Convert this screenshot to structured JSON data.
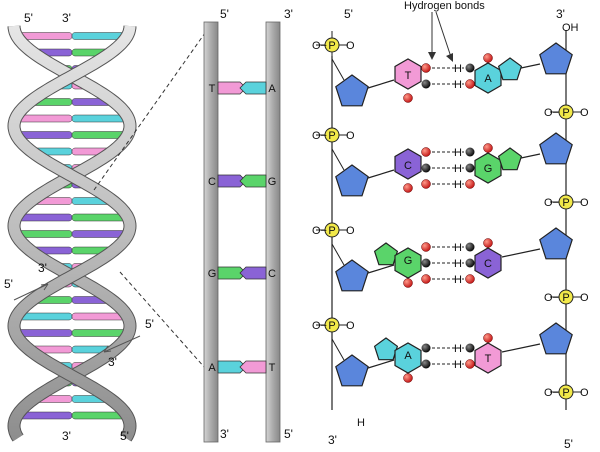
{
  "helix": {
    "top_left": "5'",
    "top_right": "3'",
    "bottom_left": "3'",
    "bottom_right": "5'",
    "side_left_5": "5'",
    "side_left_3": "3'",
    "side_right_5": "5'",
    "side_right_3": "3'"
  },
  "ladder": {
    "top_left": "5'",
    "top_right": "3'",
    "bottom_left": "3'",
    "bottom_right": "5'",
    "pairs": [
      {
        "left": "T",
        "right": "A"
      },
      {
        "left": "C",
        "right": "G"
      },
      {
        "left": "G",
        "right": "C"
      },
      {
        "left": "A",
        "right": "T"
      }
    ]
  },
  "chem": {
    "hbond_label": "Hydrogen bonds",
    "top_left": "5'",
    "top_right": "3'",
    "bottom_left": "3'",
    "bottom_right": "5'",
    "oh": "OH",
    "h": "H",
    "phosphate_p": "P",
    "phosphate_o": "O",
    "phosphate_ominus": "O−",
    "pairs": [
      {
        "left": "T",
        "right": "A"
      },
      {
        "left": "C",
        "right": "G"
      },
      {
        "left": "G",
        "right": "C"
      },
      {
        "left": "A",
        "right": "T"
      }
    ]
  },
  "colors": {
    "A": "#5ad2dc",
    "T": "#f29ad6",
    "G": "#5ad46a",
    "C": "#8a63d6",
    "sugar": "#5a86dc",
    "phosphate": "#f2e94a",
    "strand": "#b8b8b8",
    "oxygen": "#d8231f",
    "atom": "#111111"
  }
}
